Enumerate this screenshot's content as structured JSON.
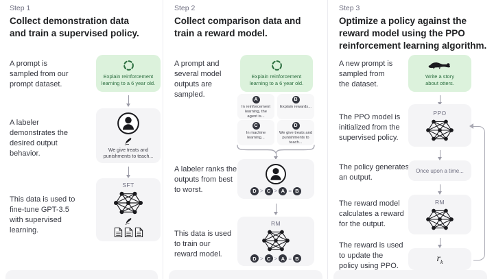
{
  "colors": {
    "accent_green_bg": "#dcf2dc",
    "accent_green_text": "#2b6e3f",
    "box_gray": "#f4f4f6",
    "text_dark": "#202123",
    "text_gray": "#6e6e80",
    "arrow_gray": "#9b9ba7",
    "rank_circle_fill": "#353740"
  },
  "steps": [
    {
      "step_label": "Step 1",
      "heading": "Collect demonstration data\nand train a supervised policy.",
      "captions": [
        "A prompt is\nsampled from our\nprompt dataset.",
        "A labeler\ndemonstrates the\ndesired output\nbehavior.",
        "This data is used to\nfine-tune GPT-3.5\nwith supervised\nlearning."
      ],
      "prompt_box": {
        "icon": "refresh-loop-icon",
        "text": "Explain reinforcement\nlearning to a 6 year old."
      },
      "labeler_box": {
        "icon": "labeler-person-icon",
        "pen_icon": "pen-icon",
        "caption": "We give treats and\npunishments to teach..."
      },
      "model_box": {
        "label": "SFT",
        "icon": "neural-network-icon",
        "pen_icon": "pen-icon",
        "docs_icon": "documents-icon"
      }
    },
    {
      "step_label": "Step 2",
      "heading": "Collect comparison data and\ntrain a reward model.",
      "captions": [
        "A prompt and\nseveral model\noutputs are\nsampled.",
        "A labeler ranks the\noutputs from best\nto worst.",
        "This data is used\nto train our\nreward model."
      ],
      "prompt_box": {
        "icon": "refresh-loop-icon",
        "text": "Explain reinforcement\nlearning to a 6 year old."
      },
      "outputs": [
        {
          "id": "A",
          "text": "In reinforcement\nlearning, the\nagent is..."
        },
        {
          "id": "B",
          "text": "Explain rewards..."
        },
        {
          "id": "C",
          "text": "In machine\nlearning..."
        },
        {
          "id": "D",
          "text": "We give treats and\npunishments to\nteach..."
        }
      ],
      "labeler_box": {
        "icon": "labeler-person-icon"
      },
      "ranking": {
        "items": [
          "D",
          "C",
          "A",
          "B"
        ],
        "separators": [
          ">",
          ">",
          "="
        ]
      },
      "model_box": {
        "label": "RM",
        "icon": "neural-network-icon"
      }
    },
    {
      "step_label": "Step 3",
      "heading": "Optimize a policy against the\nreward model using the PPO\nreinforcement learning algorithm.",
      "captions": [
        "A new prompt is\nsampled from\nthe dataset.",
        "The PPO model is\ninitialized from the\nsupervised policy.",
        "The policy generates\nan output.",
        "The reward model\ncalculates a reward\nfor the output.",
        "The reward is used\nto update the\npolicy using PPO."
      ],
      "prompt_box": {
        "icon": "otter-icon",
        "text": "Write a story\nabout otters."
      },
      "ppo_box": {
        "label": "PPO",
        "icon": "neural-network-icon"
      },
      "output_box": {
        "text": "Once upon a time..."
      },
      "rm_box": {
        "label": "RM",
        "icon": "neural-network-icon"
      },
      "reward_box": {
        "symbol": "r",
        "subscript": "k"
      }
    }
  ]
}
